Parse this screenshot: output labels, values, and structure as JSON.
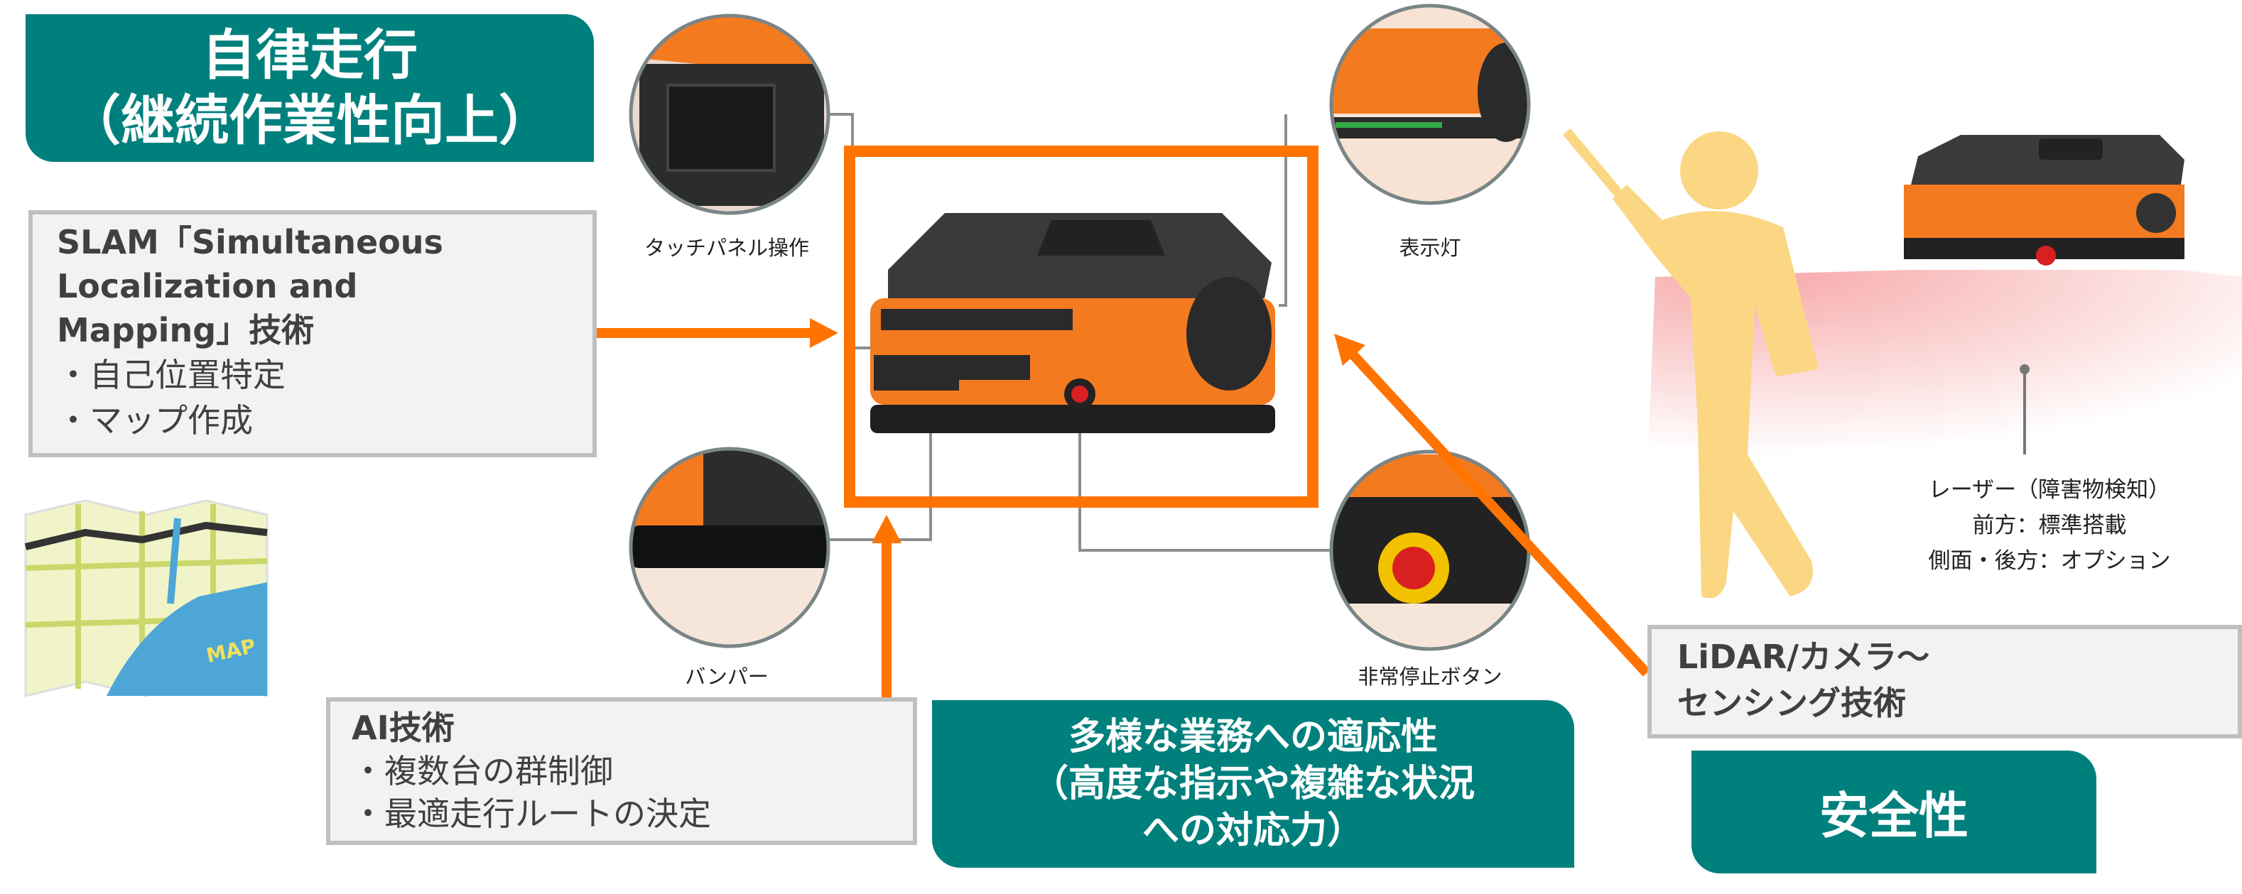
{
  "autonomous": {
    "title": "自律走行",
    "subtitle": "（継続作業性向上）"
  },
  "slam": {
    "heading_lines": [
      "SLAM「Simultaneous",
      "Localization and",
      "Mapping」技術"
    ],
    "bullets": [
      "・自己位置特定",
      "・マップ作成"
    ]
  },
  "map_icon": {
    "label": "MAP"
  },
  "ai": {
    "heading": "AI技術",
    "bullets": [
      "・複数台の群制御",
      "・最適走行ルートの決定"
    ]
  },
  "adaptability": {
    "lines": [
      "多様な業務への適応性",
      "（高度な指示や複雑な状況",
      "への対応力）"
    ]
  },
  "parts": {
    "touch_panel": "タッチパネル操作",
    "bumper": "バンパー",
    "indicator": "表示灯",
    "emergency_stop": "非常停止ボタン"
  },
  "laser": {
    "lines": [
      "レーザー（障害物検知）",
      "前方：標準搭載",
      "側面・後方：オプション"
    ]
  },
  "lidar": {
    "lines": [
      "LiDAR/カメラ～",
      "センシング技術"
    ]
  },
  "safety": {
    "title": "安全性"
  },
  "colors": {
    "teal": "#00807d",
    "orange": "#ff7300",
    "gray_box": "#f2f2f2",
    "person": "#fbd784"
  }
}
